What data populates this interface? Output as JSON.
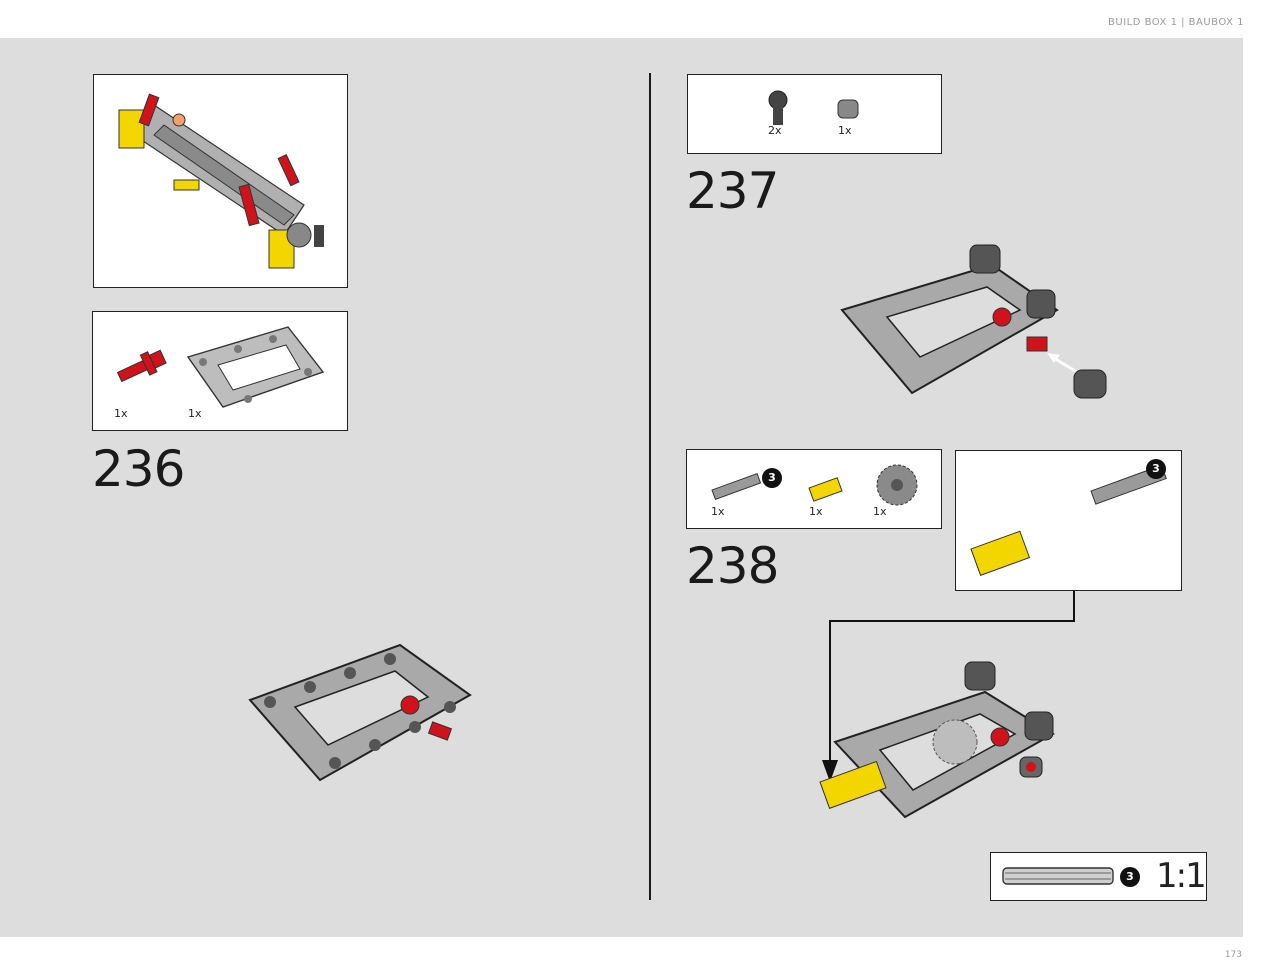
{
  "header": {
    "text": "BUILD BOX 1 | BAUBOX 1"
  },
  "footer": {
    "page_number": "173"
  },
  "steps": [
    {
      "number": "236",
      "parts": [
        {
          "qty": "1x"
        },
        {
          "qty": "1x"
        }
      ]
    },
    {
      "number": "237",
      "parts": [
        {
          "qty": "2x"
        },
        {
          "qty": "1x"
        }
      ]
    },
    {
      "number": "238",
      "parts": [
        {
          "qty": "1x",
          "badge": "3"
        },
        {
          "qty": "1x"
        },
        {
          "qty": "1x"
        }
      ],
      "callout_badge": "3"
    }
  ],
  "scale_ruler": {
    "badge": "3",
    "label": "1:1"
  },
  "colors": {
    "background": "#dcdddc",
    "frame_gray": "#9a9a9a",
    "pin_red": "#d0121b",
    "axle_yellow": "#f3d500"
  }
}
